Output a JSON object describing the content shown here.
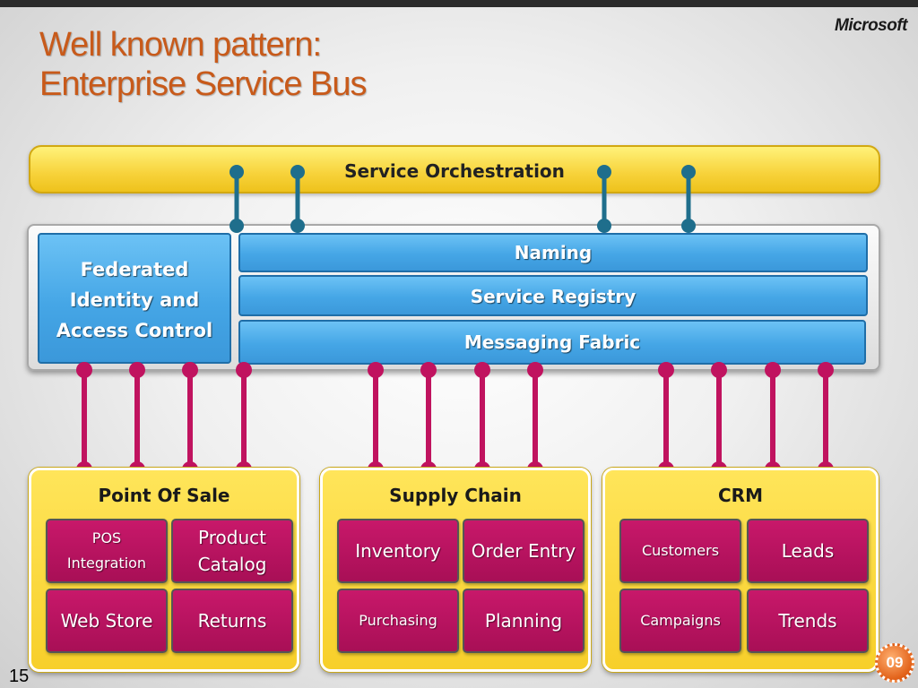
{
  "header": {
    "brand": "Microsoft",
    "title_line1": "Well known pattern:",
    "title_line2": "Enterprise Service Bus"
  },
  "bus": {
    "label": "Service Orchestration"
  },
  "core": {
    "federated": [
      "Federated",
      "Identity and",
      "Access Control"
    ],
    "naming": "Naming",
    "registry": "Service Registry",
    "messaging": "Messaging Fabric"
  },
  "groups": [
    {
      "title": "Point Of Sale",
      "items": [
        "POS Integration",
        "Product Catalog",
        "Web Store",
        "Returns"
      ]
    },
    {
      "title": "Supply Chain",
      "items": [
        "Inventory",
        "Order Entry",
        "Purchasing",
        "Planning"
      ]
    },
    {
      "title": "CRM",
      "items": [
        "Customers",
        "Leads",
        "Campaigns",
        "Trends"
      ]
    }
  ],
  "footer": {
    "slide_number": "15",
    "badge": "09"
  },
  "colors": {
    "title": "#c85a1a",
    "bus_yellow": "#f7d23a",
    "core_blue": "#45a6e6",
    "item_magenta": "#b8125e",
    "top_connector": "#1f6e8c",
    "bottom_connector": "#c0135f"
  }
}
